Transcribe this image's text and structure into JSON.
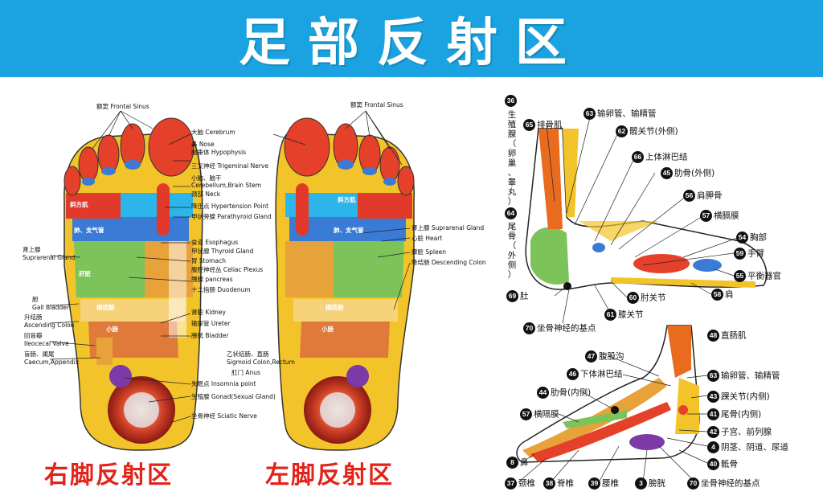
{
  "title": "足部反射区",
  "right_foot_title": "右脚反射区",
  "left_foot_title": "左脚反射区",
  "top_labels": {
    "frontal_sinus_left": "额窦 Frontal Sinus",
    "frontal_sinus_right": "额窦 Frontal Sinus"
  },
  "center_labels": [
    "大脑 Cerebrum",
    "鼻 Nose",
    "脑垂体 Hypophysis",
    "三叉神经 Trigeminal Nerve",
    "小脑、脑干",
    "Cerebellum,Brain Stem",
    "颈部 Neck",
    "降压点 Hypertension Point",
    "甲状旁腺 Parathyroid Gland",
    "食道 Esophagus",
    "甲状腺 Thyroid Gland",
    "胃 Stomach",
    "腹腔神经丛 Celiac Plexus",
    "胰腺 pancreas",
    "十二指肠 Duodenum",
    "肾脏 Kidney",
    "输尿管 Ureter",
    "膀胱 Bladder",
    "乙状结肠、直肠",
    "Sigmoid Colon,Rectum",
    "肛门 Anus",
    "失眠点 Insomnia point",
    "生殖腺 Gonad(Sexual Gland)",
    "坐骨神经 Sciatic Nerve"
  ],
  "left_side_labels": [
    "肾上腺",
    "Suprarenal Gland",
    "胆",
    "Gall Bladder",
    "升结肠",
    "Ascending Colon",
    "回盲瓣",
    "Ileocecal Valve",
    "盲肠、阑尾",
    "Caecum,Appendix"
  ],
  "right_side_labels": [
    "肾上腺 Suprarenal Gland",
    "心脏 Heart",
    "脾脏 Spleen",
    "降结肠 Descending Colon"
  ],
  "foot_zone_labels": {
    "trapezius_r": "斜方肌",
    "trapezius_l": "斜方肌",
    "lung_r": "肺、支气管",
    "lung_l": "肺、支气管",
    "liver": "肝脏",
    "transverse_r": "横结肠",
    "transverse_l": "横结肠",
    "small_int_r": "小肠",
    "small_int_l": "小肠"
  },
  "outer_foot": {
    "vertical_36": {
      "num": "36",
      "text": "生殖腺（卵巢、睾丸）"
    },
    "vertical_64": {
      "num": "64",
      "text": "尾骨（外侧）"
    },
    "items": [
      {
        "num": "65",
        "text": "排骨肌"
      },
      {
        "num": "63",
        "text": "输卵管、输精管"
      },
      {
        "num": "62",
        "text": "髋关节(外侧)"
      },
      {
        "num": "66",
        "text": "上体淋巴结"
      },
      {
        "num": "45",
        "text": "肋骨(外侧)"
      },
      {
        "num": "56",
        "text": "肩胛骨"
      },
      {
        "num": "57",
        "text": "横膈膜"
      },
      {
        "num": "54",
        "text": "胸部"
      },
      {
        "num": "59",
        "text": "手臂"
      },
      {
        "num": "55",
        "text": "平衡器官"
      },
      {
        "num": "58",
        "text": "肩"
      },
      {
        "num": "60",
        "text": "肘关节"
      },
      {
        "num": "61",
        "text": "膝关节"
      },
      {
        "num": "69",
        "text": "肚"
      },
      {
        "num": "70",
        "text": "坐骨神经的基点"
      }
    ]
  },
  "inner_foot": {
    "items": [
      {
        "num": "48",
        "text": "直肠肌"
      },
      {
        "num": "47",
        "text": "腹股沟"
      },
      {
        "num": "46",
        "text": "下体淋巴结"
      },
      {
        "num": "63",
        "text": "输卵管、输精管"
      },
      {
        "num": "44",
        "text": "肋骨(内侧)"
      },
      {
        "num": "43",
        "text": "踝关节(内侧)"
      },
      {
        "num": "57",
        "text": "横隔膜"
      },
      {
        "num": "41",
        "text": "尾骨(内侧)"
      },
      {
        "num": "42",
        "text": "子宫、前列腺"
      },
      {
        "num": "4",
        "text": "阴茎、阴道、尿道"
      },
      {
        "num": "8",
        "text": "鼻"
      },
      {
        "num": "40",
        "text": "骶骨"
      },
      {
        "num": "37",
        "text": "颈椎"
      },
      {
        "num": "38",
        "text": "脊椎"
      },
      {
        "num": "39",
        "text": "腰椎"
      },
      {
        "num": "3",
        "text": "膀胱"
      },
      {
        "num": "70",
        "text": "坐骨神经的基点"
      }
    ]
  }
}
